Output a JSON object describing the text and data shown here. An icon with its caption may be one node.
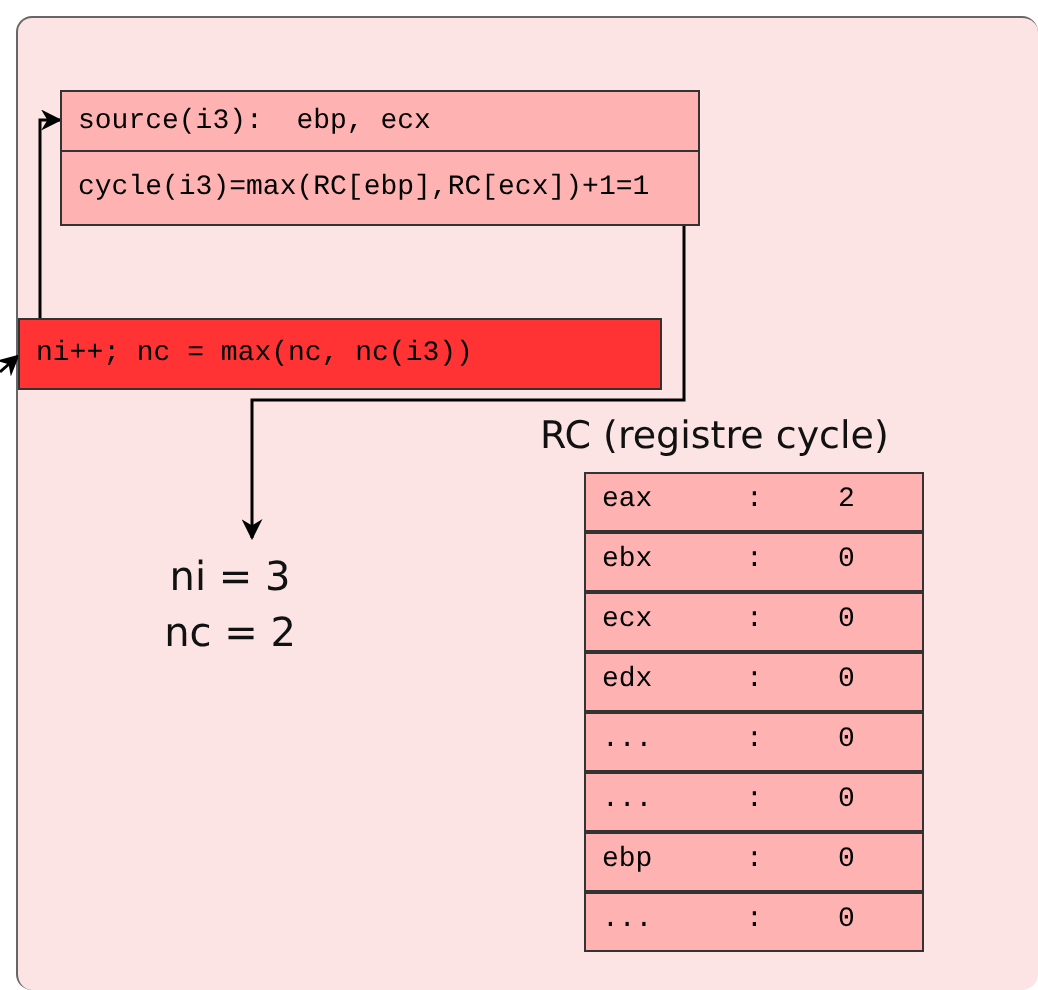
{
  "diagram": {
    "nodes": [
      {
        "text": [
          "source(i3):  ebp, ecx"
        ]
      },
      {
        "text": [
          "cycle(i3)=max(RC[ebp],RC[ecx])+1=1"
        ]
      },
      {
        "text": [
          "ni++; nc = max(nc, nc(i3))"
        ]
      },
      {
        "text": [
          "ni = 3",
          "nc = 2"
        ]
      }
    ],
    "edges": [
      {
        "from": 2,
        "to": 0,
        "arrow": "to"
      },
      {
        "from": 1,
        "to": 3,
        "arrow": "to"
      },
      {
        "from": null,
        "to": 2,
        "arrow": "to"
      }
    ],
    "labels": [
      "RC (registre cycle)",
      "eax",
      ":",
      "2",
      "ebx",
      ":",
      "0",
      "ecx",
      ":",
      "0",
      "edx",
      ":",
      "0",
      "...",
      ":",
      "0",
      "...",
      ":",
      "0",
      "ebp",
      ":",
      "0",
      "...",
      ":",
      "0"
    ]
  }
}
